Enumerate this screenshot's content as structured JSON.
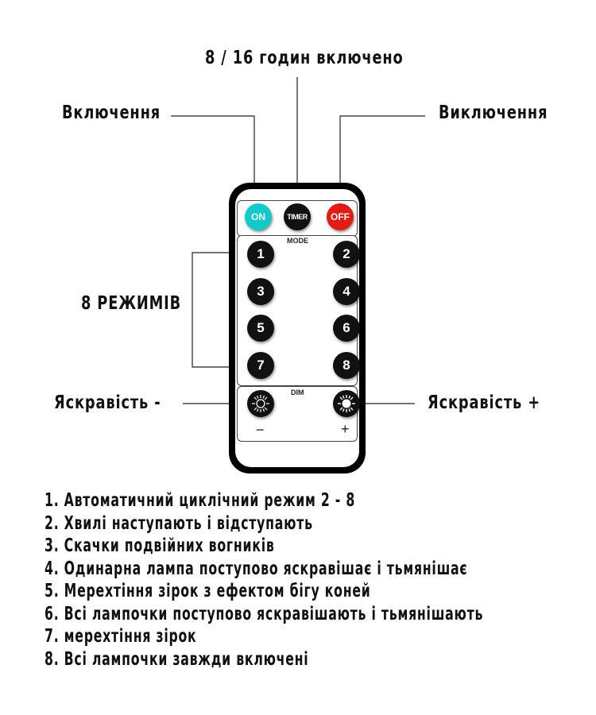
{
  "callouts": {
    "timer": "8 / 16 годин включено",
    "on": "Включення",
    "off": "Виключення",
    "modes": "8 РЕЖИМІВ",
    "dim_minus": "Яскравість -",
    "dim_plus": "Яскравість +"
  },
  "remote": {
    "on_label": "ON",
    "timer_label": "TIMER",
    "off_label": "OFF",
    "mode_label": "MODE",
    "dim_label": "DIM",
    "minus": "−",
    "plus": "+",
    "modes": [
      "1",
      "2",
      "3",
      "4",
      "5",
      "6",
      "7",
      "8"
    ],
    "colors": {
      "on": "#12c9cc",
      "off": "#e31b14",
      "button": "#111111"
    }
  },
  "legend": [
    "1. Автоматичний циклічний режим 2 - 8",
    "2. Хвилі наступають і відступають",
    "3. Скачки подвійних вогників",
    "4. Одинарна лампа поступово яскравішає і тьмянішає",
    "5. Мерехтіння зірок з ефектом бігу коней",
    "6. Всі лампочки поступово яскравішають і тьмянішають",
    "7. мерехтіння зірок",
    "8. Всі лампочки завжди включені"
  ]
}
